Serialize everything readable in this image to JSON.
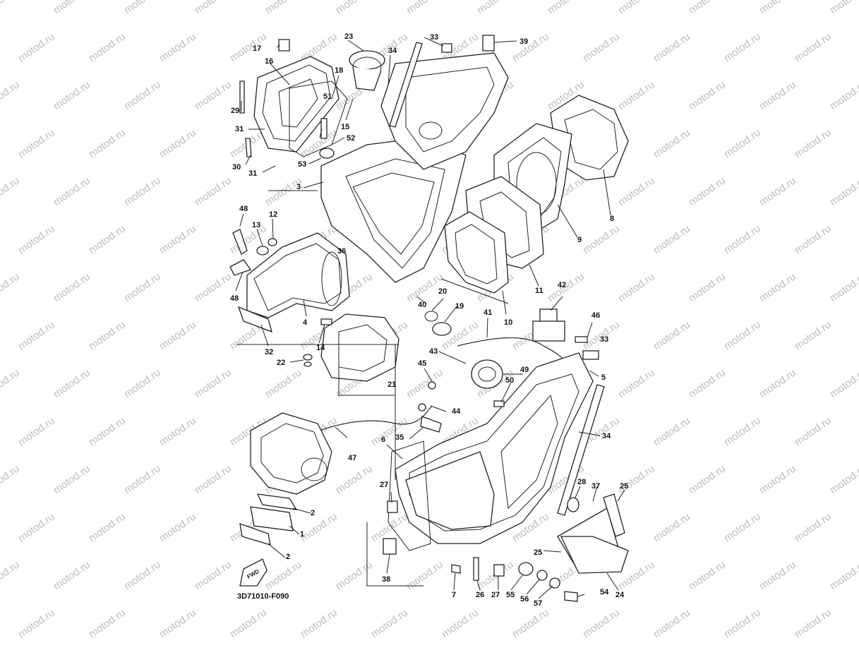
{
  "watermark": "motod.ru",
  "diagram_code": "3D71010-F090",
  "fwd_label": "FWD",
  "callouts": [
    "1",
    "2",
    "2",
    "3",
    "4",
    "5",
    "6",
    "7",
    "8",
    "9",
    "10",
    "11",
    "12",
    "13",
    "14",
    "15",
    "16",
    "17",
    "18",
    "19",
    "20",
    "21",
    "22",
    "23",
    "24",
    "25",
    "25",
    "26",
    "27",
    "27",
    "28",
    "29",
    "30",
    "31",
    "31",
    "32",
    "33",
    "33",
    "34",
    "34",
    "35",
    "36",
    "37",
    "38",
    "39",
    "40",
    "41",
    "42",
    "43",
    "44",
    "45",
    "46",
    "47",
    "48",
    "48",
    "49",
    "50",
    "51",
    "52",
    "53",
    "54",
    "55",
    "56",
    "57"
  ]
}
